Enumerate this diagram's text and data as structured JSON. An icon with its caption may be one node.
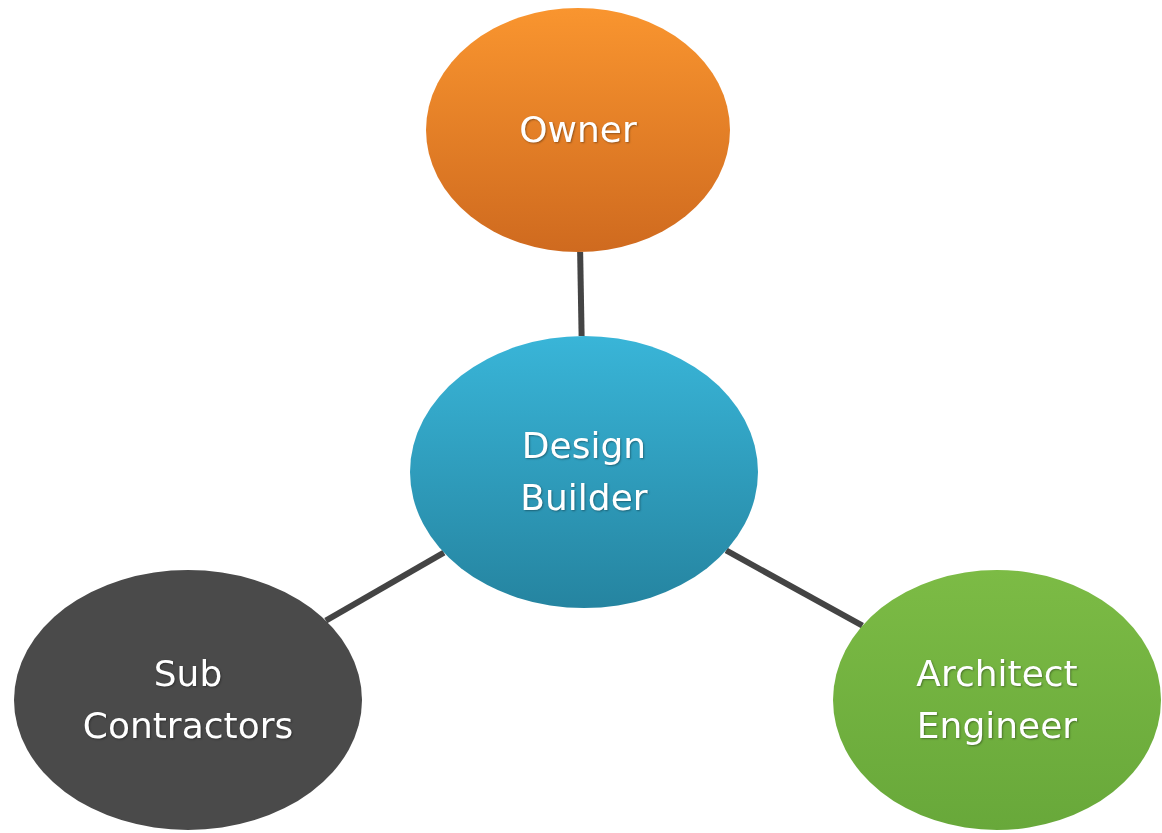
{
  "diagram": {
    "nodes": [
      {
        "text": [
          "Owner"
        ]
      },
      {
        "text": [
          "Design Builder"
        ]
      },
      {
        "text": [
          "Sub Contractors"
        ]
      },
      {
        "text": [
          "Architect Engineer"
        ]
      }
    ],
    "edges": [
      {
        "from": 0,
        "to": 1,
        "arrow": "none"
      },
      {
        "from": 1,
        "to": 2,
        "arrow": "none"
      },
      {
        "from": 1,
        "to": 3,
        "arrow": "none"
      }
    ]
  }
}
